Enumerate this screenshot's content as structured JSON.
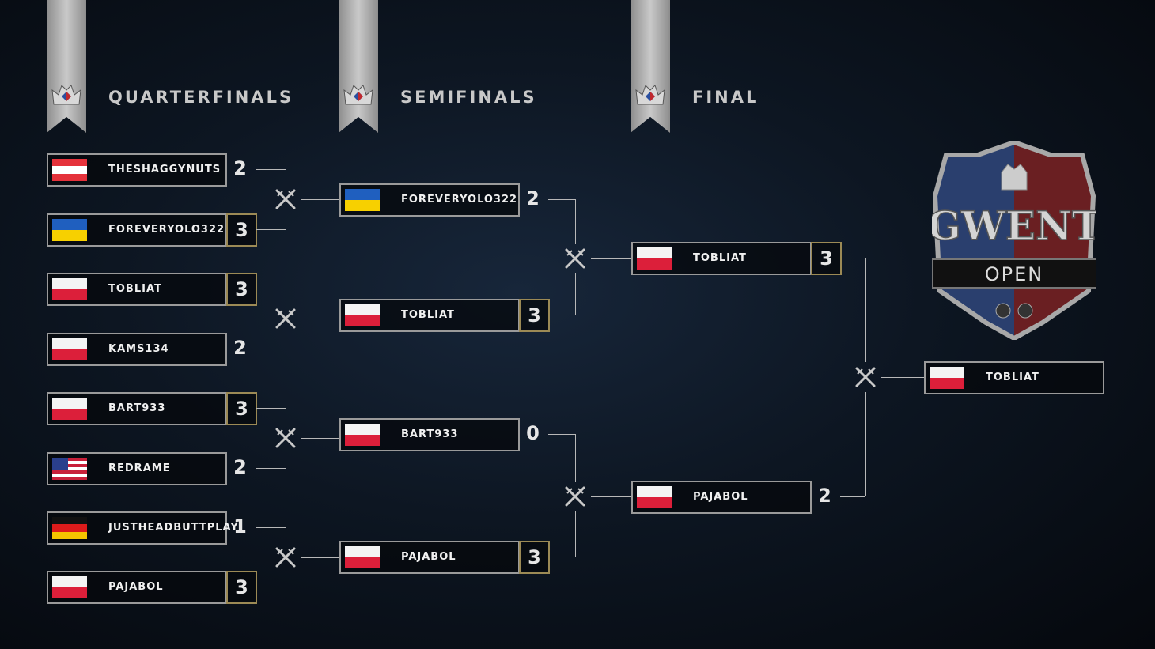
{
  "rounds": [
    {
      "title": "QUARTERFINALS"
    },
    {
      "title": "SEMIFINALS"
    },
    {
      "title": "FINAL"
    }
  ],
  "logo": {
    "brand": "GWENT",
    "subtitle": "OPEN"
  },
  "colors": {
    "border": "#9a9a9a",
    "winner_border": "#9c8a55",
    "title": "#c8c8c8"
  },
  "quarterfinals": [
    {
      "top": {
        "name": "THESHAGGYNUTS",
        "flag": "at",
        "score": "2"
      },
      "bottom": {
        "name": "FOREVERYOLO322",
        "flag": "ua",
        "score": "3"
      },
      "winner": "bottom"
    },
    {
      "top": {
        "name": "TOBLIAT",
        "flag": "pl",
        "score": "3"
      },
      "bottom": {
        "name": "KAMS134",
        "flag": "pl",
        "score": "2"
      },
      "winner": "top"
    },
    {
      "top": {
        "name": "BART933",
        "flag": "pl",
        "score": "3"
      },
      "bottom": {
        "name": "REDRAME",
        "flag": "us",
        "score": "2"
      },
      "winner": "top"
    },
    {
      "top": {
        "name": "JUSTHEADBUTTPLAY",
        "flag": "de",
        "score": "1"
      },
      "bottom": {
        "name": "PAJABOL",
        "flag": "pl",
        "score": "3"
      },
      "winner": "bottom"
    }
  ],
  "semifinals": [
    {
      "top": {
        "name": "FOREVERYOLO322",
        "flag": "ua",
        "score": "2"
      },
      "bottom": {
        "name": "TOBLIAT",
        "flag": "pl",
        "score": "3"
      },
      "winner": "bottom"
    },
    {
      "top": {
        "name": "BART933",
        "flag": "pl",
        "score": "0"
      },
      "bottom": {
        "name": "PAJABOL",
        "flag": "pl",
        "score": "3"
      },
      "winner": "bottom"
    }
  ],
  "final": [
    {
      "top": {
        "name": "TOBLIAT",
        "flag": "pl",
        "score": "3"
      },
      "bottom": {
        "name": "PAJABOL",
        "flag": "pl",
        "score": "2"
      },
      "winner": "top"
    }
  ],
  "champion": {
    "name": "TOBLIAT",
    "flag": "pl"
  }
}
